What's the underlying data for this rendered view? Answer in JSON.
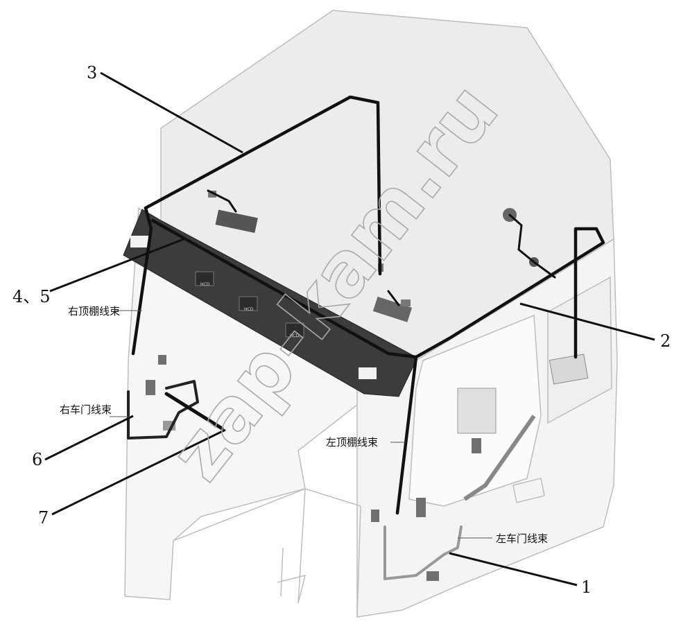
{
  "watermark": "zap-kam.ru",
  "callouts": [
    {
      "id": "1",
      "label": "1"
    },
    {
      "id": "2",
      "label": "2"
    },
    {
      "id": "3",
      "label": "3"
    },
    {
      "id": "4-5",
      "label": "4、5"
    },
    {
      "id": "6",
      "label": "6"
    },
    {
      "id": "7",
      "label": "7"
    }
  ],
  "harness_labels": {
    "right_roof": "右顶棚线束",
    "left_roof": "左顶棚线束",
    "right_door": "右车门线束",
    "left_door": "左车门线束"
  }
}
